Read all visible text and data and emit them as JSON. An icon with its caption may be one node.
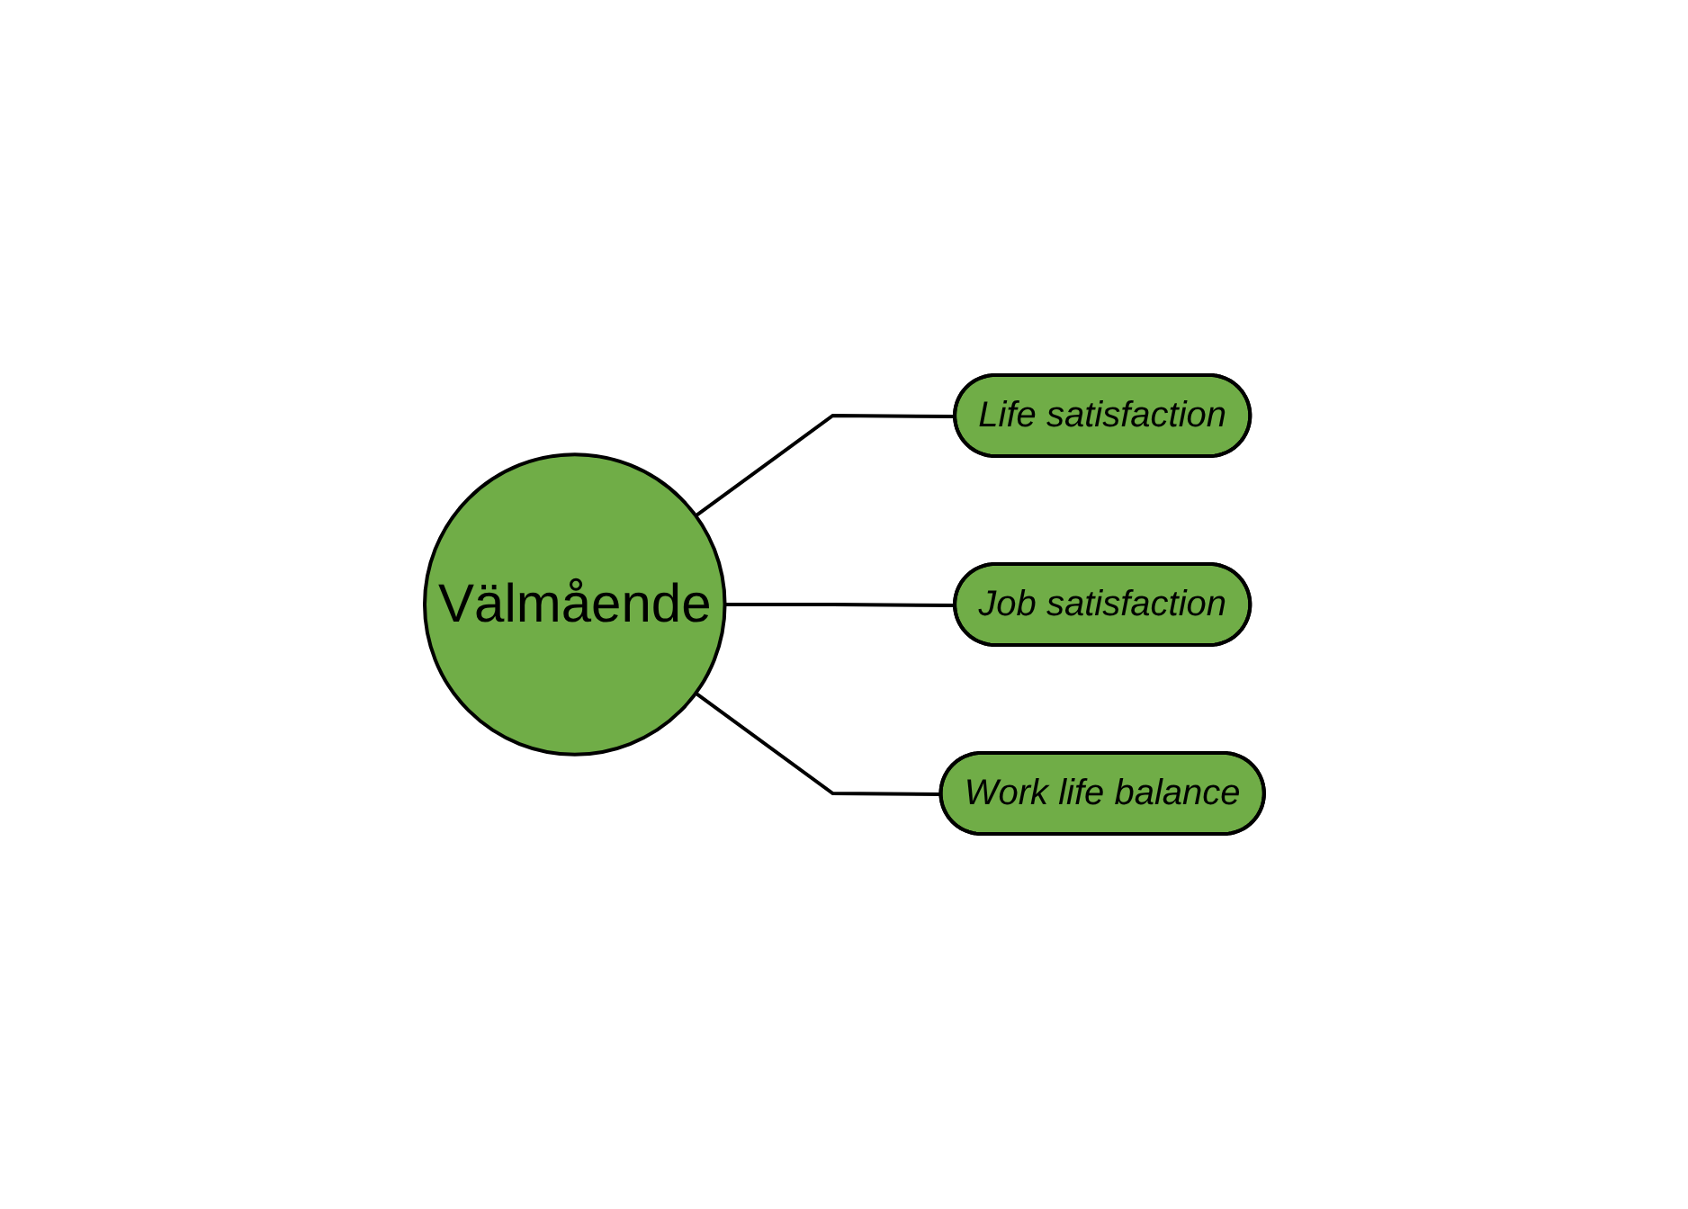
{
  "diagram": {
    "nodes": [
      {
        "text": [
          "Välmående"
        ]
      },
      {
        "text": [
          "Life satisfaction"
        ]
      },
      {
        "text": [
          "Job satisfaction"
        ]
      },
      {
        "text": [
          "Work life balance"
        ]
      }
    ],
    "edges": [
      {
        "from": 0,
        "to": 1,
        "arrow": "none"
      },
      {
        "from": 0,
        "to": 2,
        "arrow": "none"
      },
      {
        "from": 0,
        "to": 3,
        "arrow": "none"
      }
    ]
  }
}
